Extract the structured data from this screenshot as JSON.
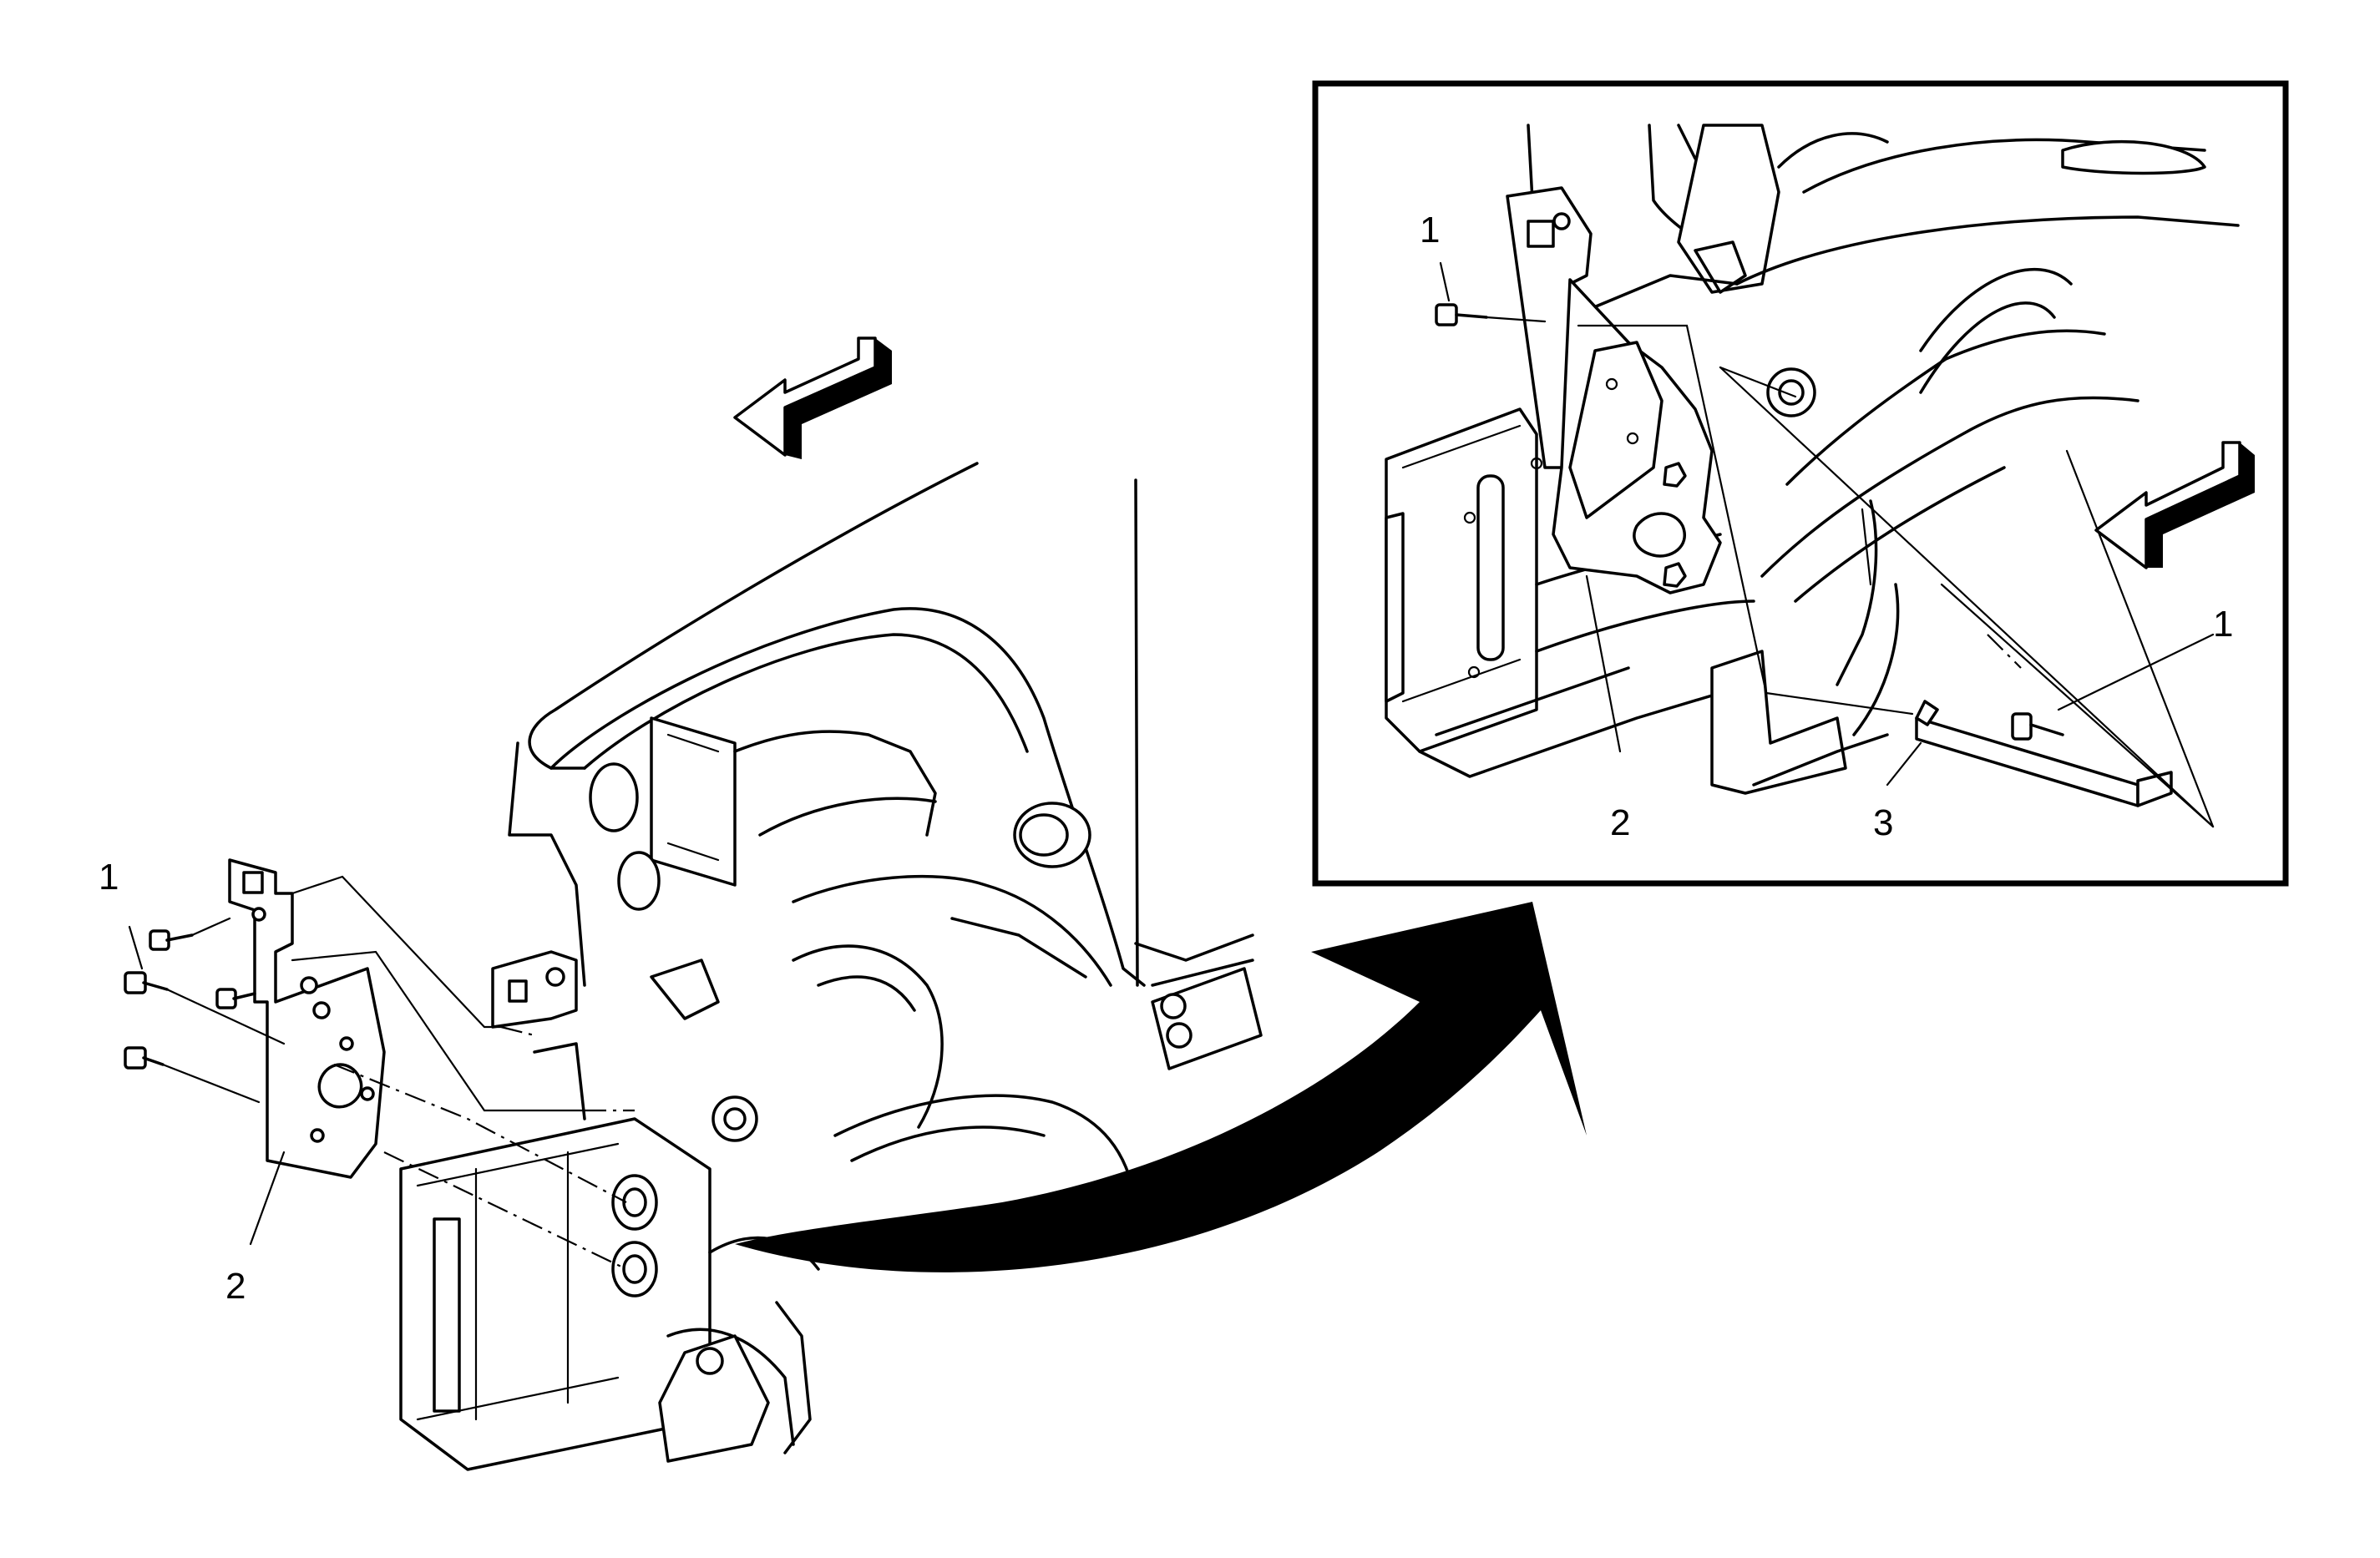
{
  "callouts": {
    "main_fastener": "1",
    "main_bracket": "2",
    "detail_fastener_upper": "1",
    "detail_fastener_lower": "1",
    "detail_bracket": "2",
    "detail_brace": "3"
  },
  "colors": {
    "ink": "#000000",
    "paper": "#ffffff"
  }
}
